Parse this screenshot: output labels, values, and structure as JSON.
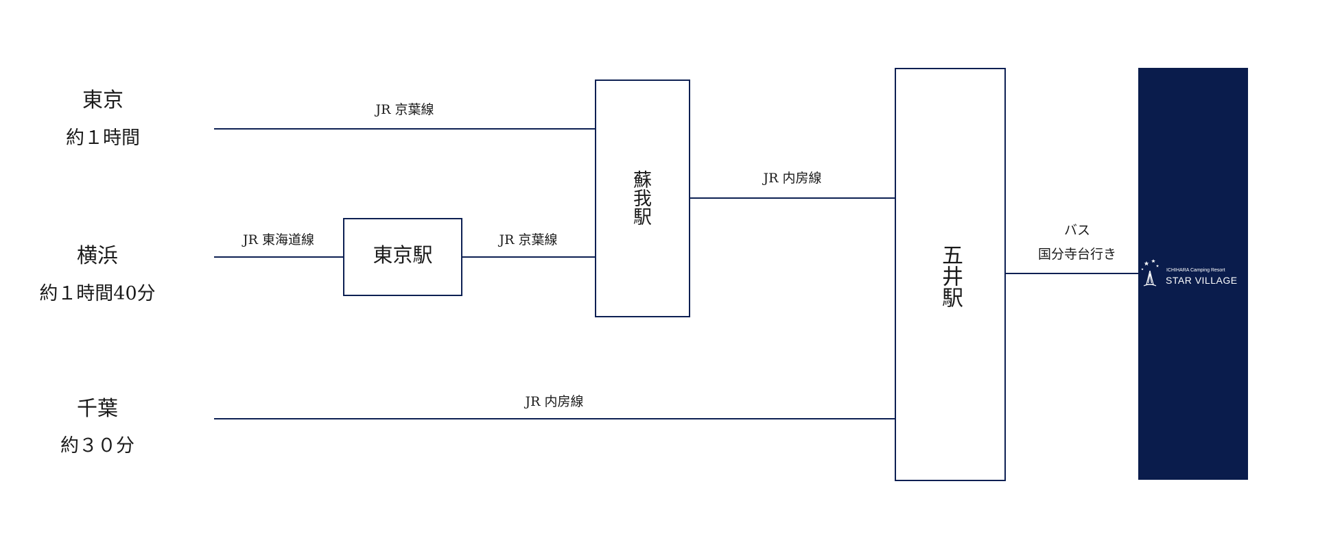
{
  "origins": {
    "tokyo": {
      "name": "東京",
      "time": "約１時間"
    },
    "yokohama": {
      "name": "横浜",
      "time": "約１時間40分"
    },
    "chiba": {
      "name": "千葉",
      "time": "約３０分"
    }
  },
  "routes": {
    "tokyo_keiyo": "JR 京葉線",
    "yokohama_tokaido": "JR 東海道線",
    "tokyo_station_keiyo": "JR 京葉線",
    "soga_uchibo": "JR 内房線",
    "chiba_uchibo": "JR 内房線",
    "bus_line1": "バス",
    "bus_line2": "国分寺台行き"
  },
  "stations": {
    "tokyo_station": "東京駅",
    "soga": "蘇我駅",
    "goi": "五井駅"
  },
  "destination": {
    "logo_small": "ICHIHARA Camping Resort",
    "logo_main": "STAR VILLAGE"
  },
  "colors": {
    "navy": "#0a1c4c",
    "line": "#0c1f52"
  }
}
